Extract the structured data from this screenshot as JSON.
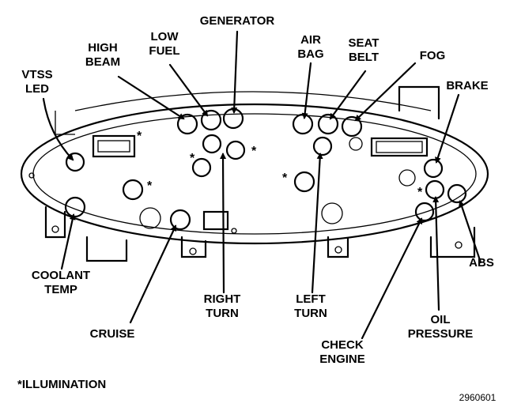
{
  "labels": {
    "vtss_led": [
      "VTSS",
      "LED"
    ],
    "high_beam": [
      "HIGH",
      "BEAM"
    ],
    "low_fuel": [
      "LOW",
      "FUEL"
    ],
    "generator": "GENERATOR",
    "air_bag": [
      "AIR",
      "BAG"
    ],
    "seat_belt": [
      "SEAT",
      "BELT"
    ],
    "fog": "FOG",
    "brake": "BRAKE",
    "coolant_temp": [
      "COOLANT",
      "TEMP"
    ],
    "right_turn": [
      "RIGHT",
      "TURN"
    ],
    "left_turn": [
      "LEFT",
      "TURN"
    ],
    "abs": "ABS",
    "oil_pressure": [
      "OIL",
      "PRESSURE"
    ],
    "cruise": "CRUISE",
    "check_engine": [
      "CHECK",
      "ENGINE"
    ],
    "illumination_note": "*ILLUMINATION",
    "figure_number": "2960601"
  },
  "illumination_marker": "*"
}
